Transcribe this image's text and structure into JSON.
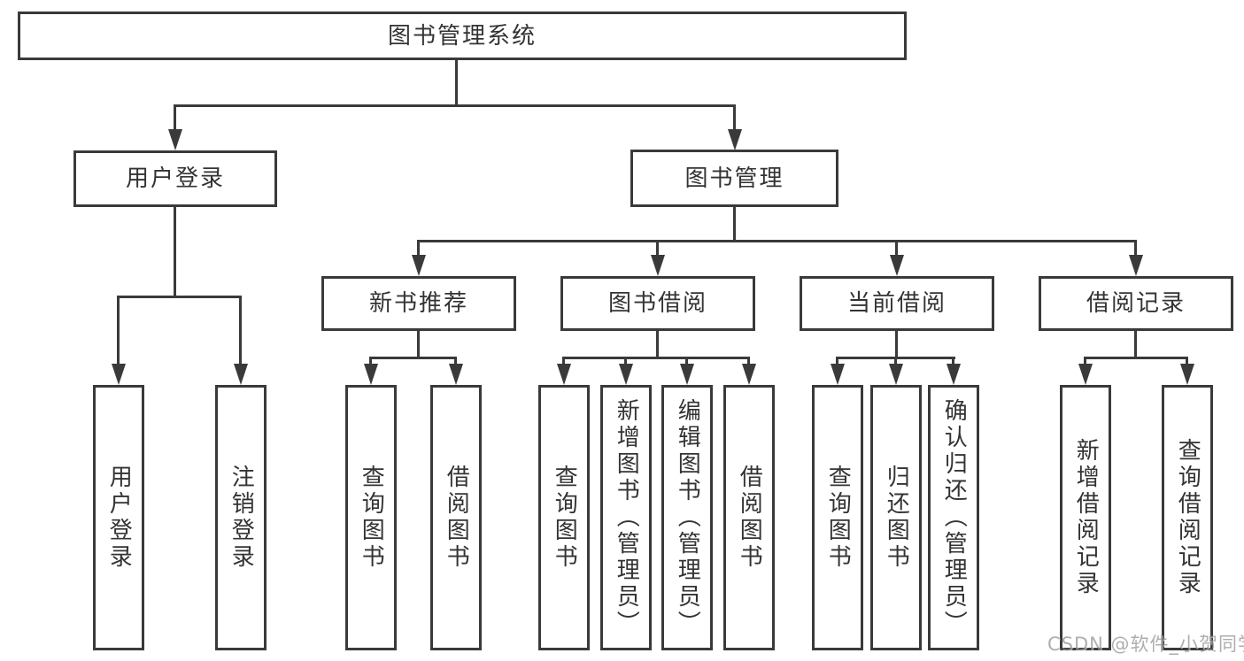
{
  "diagram_title": "图书管理系统",
  "nodes": {
    "root": {
      "label": "图书管理系统"
    },
    "user_login": {
      "label": "用户登录"
    },
    "book_mgmt": {
      "label": "图书管理"
    },
    "new_book_rec": {
      "label": "新书推荐"
    },
    "book_borrow": {
      "label": "图书借阅"
    },
    "current_borrow": {
      "label": "当前借阅"
    },
    "borrow_records": {
      "label": "借阅记录"
    },
    "leaf_user_login": {
      "label": "用户登录"
    },
    "leaf_logout_login": {
      "label": "注销登录"
    },
    "leaf_query_book_rec": {
      "label": "查询图书"
    },
    "leaf_borrow_book_rec": {
      "label": "借阅图书"
    },
    "leaf_query_book_borrow": {
      "label": "查询图书"
    },
    "leaf_add_book_admin": {
      "label": "新增图书（管理员）"
    },
    "leaf_edit_book_admin": {
      "label": "编辑图书（管理员）"
    },
    "leaf_borrow_book_borrow": {
      "label": "借阅图书"
    },
    "leaf_query_book_current": {
      "label": "查询图书"
    },
    "leaf_return_book": {
      "label": "归还图书"
    },
    "leaf_confirm_return_admin": {
      "label": "确认归还（管理员）"
    },
    "leaf_add_borrow_record": {
      "label": "新增借阅记录"
    },
    "leaf_query_borrow_record": {
      "label": "查询借阅记录"
    }
  },
  "hierarchy": {
    "图书管理系统": {
      "用户登录": [
        "用户登录",
        "注销登录"
      ],
      "图书管理": {
        "新书推荐": [
          "查询图书",
          "借阅图书"
        ],
        "图书借阅": [
          "查询图书",
          "新增图书（管理员）",
          "编辑图书（管理员）",
          "借阅图书"
        ],
        "当前借阅": [
          "查询图书",
          "归还图书",
          "确认归还（管理员）"
        ],
        "借阅记录": [
          "新增借阅记录",
          "查询借阅记录"
        ]
      }
    }
  },
  "watermark": "CSDN @软件_小贺同学",
  "colors": {
    "line": "#3a3a3a",
    "text": "#333333",
    "background": "#ffffff",
    "watermark": "#8f8f8f"
  }
}
